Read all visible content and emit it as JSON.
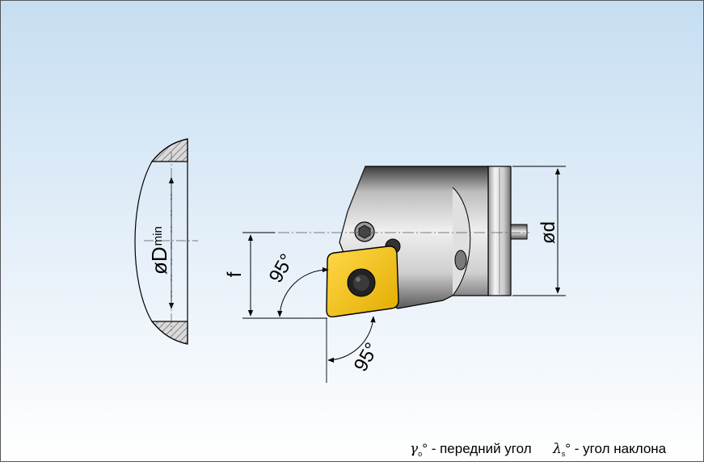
{
  "labels": {
    "d_min_prefix": "øD",
    "d_min_sub": "min",
    "f": "f",
    "angle_upper": "95°",
    "angle_lower": "95°",
    "d": "ød"
  },
  "legend": {
    "gamma_symbol": "γ",
    "gamma_sub": "o",
    "gamma_text": "° - передний угол",
    "lambda_symbol": "λ",
    "lambda_sub": "s",
    "lambda_text": "° - угол наклона"
  },
  "colors": {
    "background_top": "#c7dff2",
    "background_bottom": "#ffffff",
    "insert": "#f2c200",
    "holder_dark": "#4a4a4a",
    "holder_light": "#d8d8d8",
    "outline": "#000000"
  }
}
